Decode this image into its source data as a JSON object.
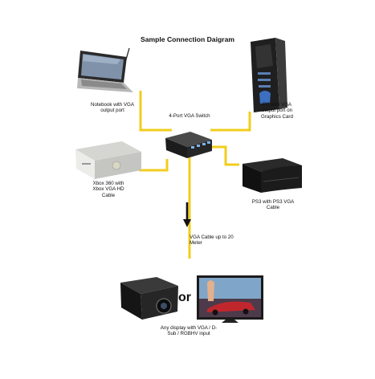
{
  "diagram": {
    "title": "Sample Connection Daigram",
    "switch_label": "4-Port VGA Switch",
    "notebook_label": [
      "Notebook with VGA",
      "output port"
    ],
    "pc_label": [
      "PC with VGA",
      "output port on",
      "Graphics Card"
    ],
    "xbox_label": [
      "Xbox 360 with",
      "Xbox VGA HD",
      "Cable"
    ],
    "ps3_label": [
      "PS3 with PS3 VGA",
      "Cable"
    ],
    "cable_label": [
      "VGA Cable up to 20",
      "Meter"
    ],
    "or_text": "or",
    "display_label": [
      "Any display with VGA / D-",
      "Sub / RGBHV input"
    ],
    "colors": {
      "cable": "#f2cd1e",
      "arrow": "#111111",
      "device_dark": "#1e1e1e",
      "device_light": "#e9e9e6"
    }
  }
}
